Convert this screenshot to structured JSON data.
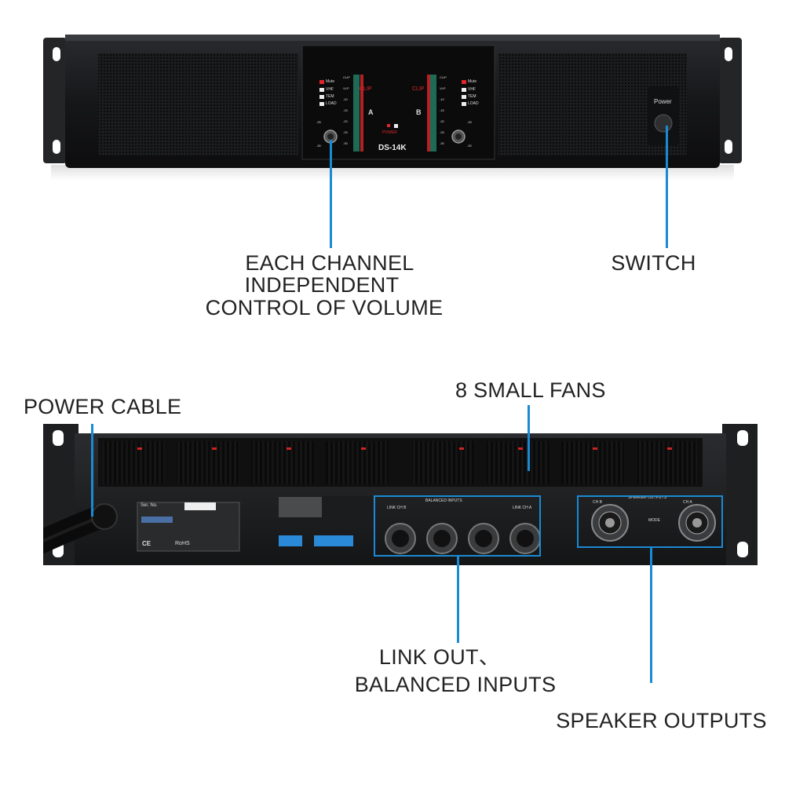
{
  "callouts": {
    "volume": [
      "EACH CHANNEL",
      "INDEPENDENT",
      "CONTROL OF VOLUME"
    ],
    "switch": "SWITCH",
    "power_cable": "POWER CABLE",
    "fans": "8 SMALL FANS",
    "inputs": [
      "LINK OUT、",
      "BALANCED INPUTS"
    ],
    "speaker": "SPEAKER OUTPUTS"
  },
  "front_panel": {
    "model": "DS-14K",
    "power_button_label": "Power",
    "power_indicator": "POWER",
    "channel_a": "A",
    "channel_b": "B",
    "clip": "CLIP",
    "status_left": [
      "Mute",
      "VHF",
      "TEM",
      "LOAD"
    ],
    "status_right": [
      "Mute",
      "VHF",
      "TEM",
      "LOAD"
    ],
    "meter_scale": [
      "CLIP",
      "VLP",
      "-10",
      "-15",
      "-20",
      "-25",
      "-30"
    ],
    "knob_scale_top": "-25",
    "knob_scale_bottom": "-30"
  },
  "rear_panel": {
    "serial_label": "Ser. No.",
    "ce_mark": "CE",
    "rohs_mark": "RoHS",
    "balanced_inputs_label": "BALANCED INPUTS",
    "link_ch_b": "LINK CH B",
    "link_ch_a": "LINK CH A",
    "speaker_outputs_label": "SPEAKER OUTPUTS",
    "speaker_ch_b": "CH B",
    "speaker_ch_a": "CH A",
    "mode": "MODE"
  },
  "colors": {
    "accent": "#1a8ad4",
    "chassis": "#1c1d1f",
    "led_red": "#e0262b"
  }
}
